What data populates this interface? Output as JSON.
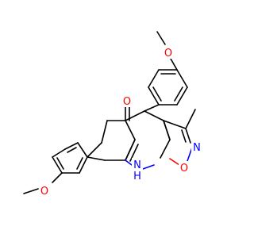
{
  "atoms": {
    "o_ketone": "O",
    "o_methoxy_top": "O",
    "o_methoxy_left": "O",
    "n_isoxazole": "N",
    "o_isoxazole": "O",
    "nh": "N",
    "nh_h": "H"
  },
  "colors": {
    "carbon": "#000000",
    "oxygen": "#FF0000",
    "nitrogen": "#0000FF"
  }
}
